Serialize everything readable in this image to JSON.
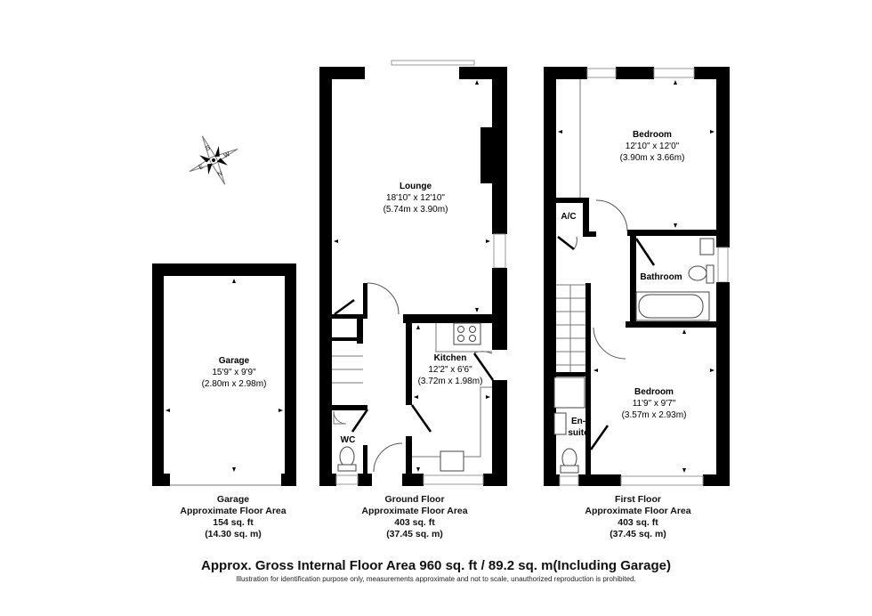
{
  "rooms": {
    "garage": {
      "name": "Garage",
      "imperial": "15'9\" x 9'9\"",
      "metric": "(2.80m x 2.98m)"
    },
    "lounge": {
      "name": "Lounge",
      "imperial": "18'10\" x 12'10\"",
      "metric": "(5.74m x 3.90m)"
    },
    "kitchen": {
      "name": "Kitchen",
      "imperial": "12'2\" x 6'6\"",
      "metric": "(3.72m x 1.98m)"
    },
    "wc": {
      "name": "WC"
    },
    "bedroom1": {
      "name": "Bedroom",
      "imperial": "12'10\" x 12'0\"",
      "metric": "(3.90m x 3.66m)"
    },
    "ac": {
      "name": "A/C"
    },
    "bathroom": {
      "name": "Bathroom"
    },
    "bedroom2": {
      "name": "Bedroom",
      "imperial": "11'9\" x 9'7\"",
      "metric": "(3.57m x 2.93m)"
    },
    "ensuite": {
      "name_line1": "En-",
      "name_line2": "suite"
    }
  },
  "compass": {
    "n": "N",
    "s": "S",
    "e": "E",
    "w": "W"
  },
  "floors": [
    {
      "name": "Garage",
      "label": "Approximate Floor Area",
      "sqft": "154 sq. ft",
      "sqm": "(14.30 sq. m)"
    },
    {
      "name": "Ground Floor",
      "label": "Approximate Floor Area",
      "sqft": "403 sq. ft",
      "sqm": "(37.45 sq. m)"
    },
    {
      "name": "First Floor",
      "label": "Approximate Floor Area",
      "sqft": "403 sq. ft",
      "sqm": "(37.45 sq. m)"
    }
  ],
  "total": "Approx. Gross Internal Floor Area 960 sq. ft / 89.2 sq. m(Including Garage)",
  "disclaimer": "Illustration for identification purpose only, measurements approximate and not to scale, unauthorized reproduction is prohibited."
}
